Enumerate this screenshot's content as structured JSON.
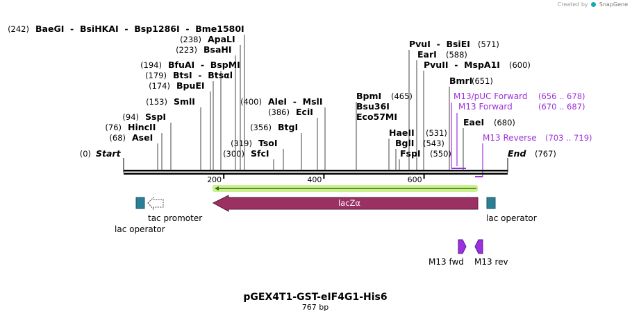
{
  "app": {
    "credit_prefix": "Created by",
    "credit_brand": "SnapGene"
  },
  "map": {
    "title": "pGEX4T1-GST-eIF4G1-His6",
    "length_label": "767 bp",
    "seq_length": 767,
    "start_label": "Start",
    "start_pos": "(0)",
    "end_label": "End",
    "end_pos": "(767)",
    "ticks": [
      200,
      400,
      600
    ]
  },
  "colors": {
    "enzyme_text": "#000000",
    "primer_text": "#9b30d9",
    "lacz": "#9b3162",
    "operator": "#2b7e93",
    "orf_highlight": "#c9f28d",
    "m13": "#9b30e0"
  },
  "enzymes": [
    {
      "name": "BaeGI - BsiHKAI - Bsp1286I - Bme1580I",
      "pos": "(242)",
      "site": 242
    },
    {
      "name": "ApaLI",
      "pos": "(238)",
      "site": 238
    },
    {
      "name": "BsaHI",
      "pos": "(223)",
      "site": 223
    },
    {
      "name": "BfuAI - BspMI",
      "pos": "(194)",
      "site": 194
    },
    {
      "name": "BtsI - Btsαl",
      "pos": "(179)",
      "site": 179
    },
    {
      "name": "BpuEI",
      "pos": "(174)",
      "site": 174
    },
    {
      "name": "SmlI",
      "pos": "(153)",
      "site": 153
    },
    {
      "name": "SspI",
      "pos": "(94)",
      "site": 94
    },
    {
      "name": "HincII",
      "pos": "(76)",
      "site": 76
    },
    {
      "name": "AseI",
      "pos": "(68)",
      "site": 68
    },
    {
      "name": "AleI - MslI",
      "pos": "(400)",
      "site": 400
    },
    {
      "name": "EciI",
      "pos": "(386)",
      "site": 386
    },
    {
      "name": "BtgI",
      "pos": "(356)",
      "site": 356
    },
    {
      "name": "TsoI",
      "pos": "(319)",
      "site": 319
    },
    {
      "name": "SfcI",
      "pos": "(300)",
      "site": 300
    },
    {
      "name": "BpmI",
      "pos": "(465)",
      "site": 465
    },
    {
      "name": "Bsu36I",
      "pos": "",
      "site": 465
    },
    {
      "name": "Eco57MI",
      "pos": "",
      "site": 465
    },
    {
      "name": "PvuI - BsiEI",
      "pos": "(571)",
      "site": 571
    },
    {
      "name": "EarI",
      "pos": "(588)",
      "site": 588
    },
    {
      "name": "PvuII - MspA1I",
      "pos": "(600)",
      "site": 600
    },
    {
      "name": "HaeII",
      "pos": "(531)",
      "site": 531
    },
    {
      "name": "BglI",
      "pos": "(543)",
      "site": 543
    },
    {
      "name": "FspI",
      "pos": "(550)",
      "site": 550
    },
    {
      "name": "BmrI",
      "pos": "(651)",
      "site": 651
    },
    {
      "name": "EaeI",
      "pos": "(680)",
      "site": 680
    }
  ],
  "primers": [
    {
      "name": "M13/pUC Forward",
      "range": "(656 .. 678)"
    },
    {
      "name": "M13 Forward",
      "range": "(670 .. 687)"
    },
    {
      "name": "M13 Reverse",
      "range": "(703 .. 719)"
    }
  ],
  "features": {
    "lacz": "lacZα",
    "tac_promoter": "tac promoter",
    "lac_operator_left": "lac operator",
    "lac_operator_right": "lac operator",
    "m13_fwd": "M13 fwd",
    "m13_rev": "M13 rev"
  }
}
